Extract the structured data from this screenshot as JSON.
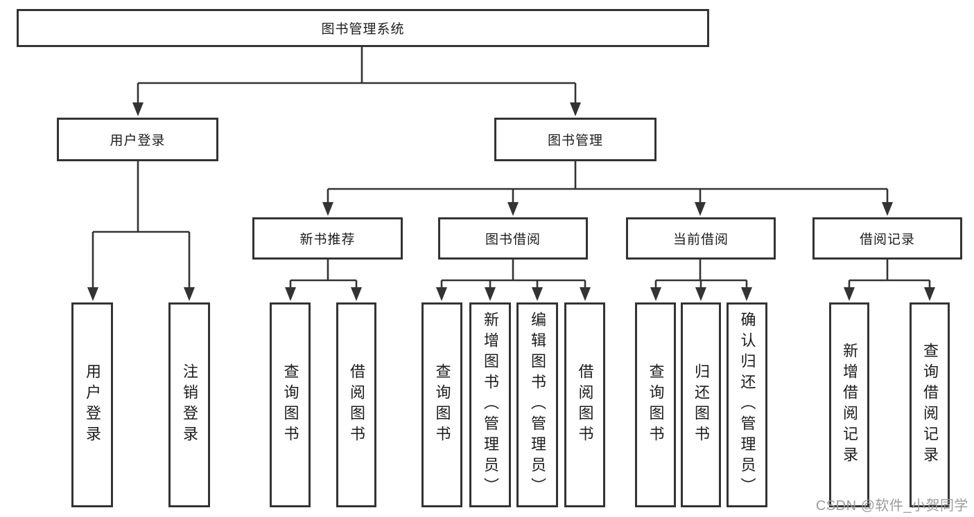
{
  "diagram": {
    "title": "图书管理系统",
    "branches": [
      {
        "label": "用户登录",
        "children": [
          {
            "label": "用户登录"
          },
          {
            "label": "注销登录"
          }
        ]
      },
      {
        "label": "图书管理",
        "sections": [
          {
            "label": "新书推荐",
            "children": [
              {
                "label": "查询图书"
              },
              {
                "label": "借阅图书"
              }
            ]
          },
          {
            "label": "图书借阅",
            "children": [
              {
                "label": "查询图书"
              },
              {
                "label": "新增图书（管理员）"
              },
              {
                "label": "编辑图书（管理员）"
              },
              {
                "label": "借阅图书"
              }
            ]
          },
          {
            "label": "当前借阅",
            "children": [
              {
                "label": "查询图书"
              },
              {
                "label": "归还图书"
              },
              {
                "label": "确认归还（管理员）"
              }
            ]
          },
          {
            "label": "借阅记录",
            "children": [
              {
                "label": "新增借阅记录"
              },
              {
                "label": "查询借阅记录"
              }
            ]
          }
        ]
      }
    ]
  },
  "watermark": "CSDN @软件_小贺同学",
  "colors": {
    "line": "#333333",
    "text": "#1c1c1c",
    "background": "#ffffff",
    "watermark": "#9b9b9b"
  }
}
